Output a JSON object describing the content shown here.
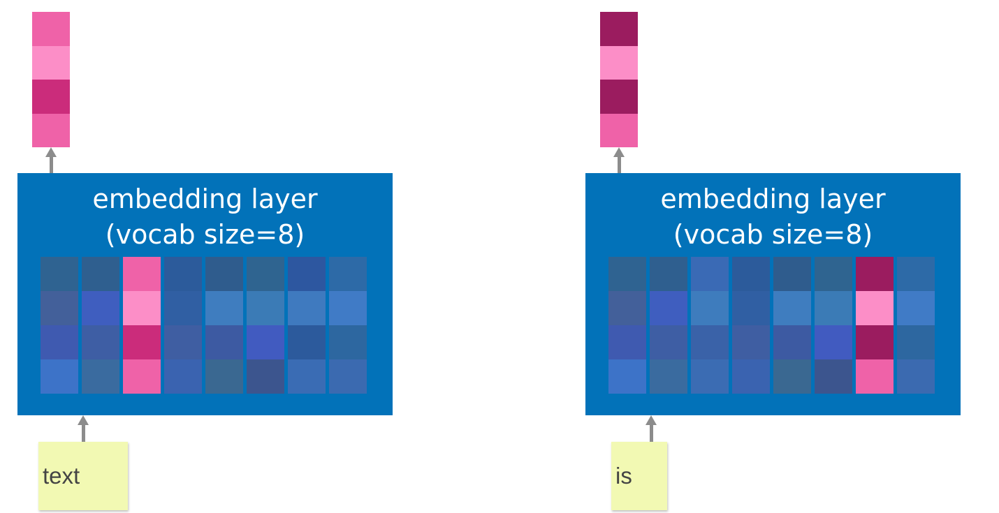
{
  "panels": [
    {
      "title_line1": "embedding layer",
      "title_line2": "(vocab size=8)",
      "word": "text",
      "selected_index": 2,
      "output_colors": [
        "#ef62a8",
        "#fc8ec7",
        "#cb2c7b",
        "#ef62a8"
      ],
      "matrix_colors": [
        [
          "#2f6391",
          "#2f5f8f",
          "#ef62a8",
          "#2c5b9b",
          "#2f5c8d",
          "#2f6490",
          "#2d57a0",
          "#2d6aa7"
        ],
        [
          "#43609a",
          "#3f5ebf",
          "#fc8ec7",
          "#305fa3",
          "#3f7dbf",
          "#3b7bb6",
          "#3f7abf",
          "#407bc6"
        ],
        [
          "#3f5ab0",
          "#3e5ea4",
          "#cb2c7b",
          "#3f5ea2",
          "#3d5aa2",
          "#415bc0",
          "#2c5a9c",
          "#2d67a0"
        ],
        [
          "#3d73c8",
          "#3a6b9f",
          "#ef62a8",
          "#3a63b0",
          "#3a6891",
          "#3c558e",
          "#3a6cb4",
          "#3b6ab0"
        ]
      ]
    },
    {
      "title_line1": "embedding layer",
      "title_line2": "(vocab size=8)",
      "word": "is",
      "selected_index": 6,
      "output_colors": [
        "#9b1c5f",
        "#fc8ec7",
        "#9b1c5f",
        "#ef62a8"
      ],
      "matrix_colors": [
        [
          "#2f6391",
          "#2f5f8f",
          "#3a6ab5",
          "#2c5b9b",
          "#2f5c8d",
          "#2f6490",
          "#9b1c5f",
          "#2d6aa7"
        ],
        [
          "#43609a",
          "#3f5ebf",
          "#3e7cbd",
          "#305fa3",
          "#3f7dbf",
          "#3b7bb6",
          "#fc8ec7",
          "#407bc6"
        ],
        [
          "#3f5ab0",
          "#3e5ea4",
          "#3a62a8",
          "#3f5ea2",
          "#3d5aa2",
          "#415bc0",
          "#9b1c5f",
          "#2d67a0"
        ],
        [
          "#3d73c8",
          "#3a6b9f",
          "#3b6cb3",
          "#3a63b0",
          "#3a6891",
          "#3c558e",
          "#ef62a8",
          "#3b6ab0"
        ]
      ]
    }
  ]
}
